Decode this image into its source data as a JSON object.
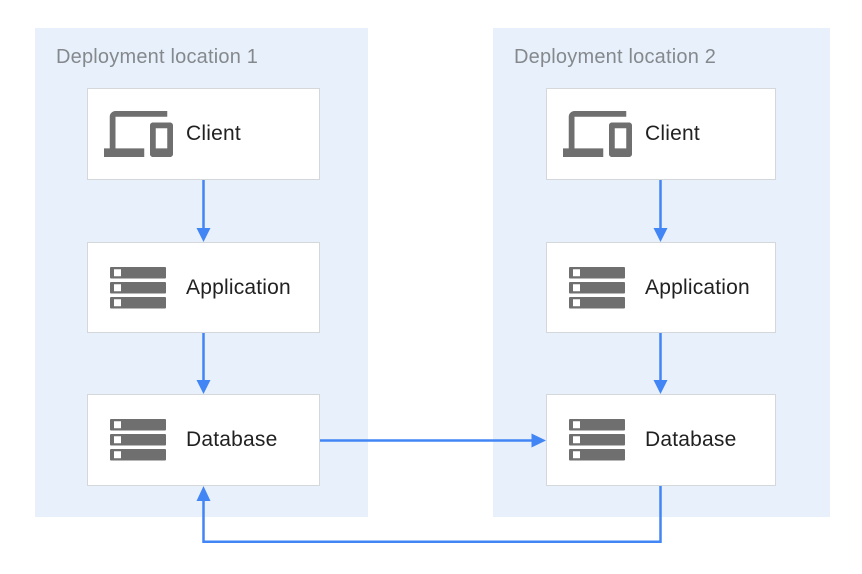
{
  "diagram": {
    "panels": [
      {
        "title": "Deployment location 1",
        "nodes": [
          {
            "id": "client-1",
            "label": "Client",
            "icon": "devices-icon"
          },
          {
            "id": "application-1",
            "label": "Application",
            "icon": "server-stack-icon"
          },
          {
            "id": "database-1",
            "label": "Database",
            "icon": "server-stack-icon"
          }
        ]
      },
      {
        "title": "Deployment location 2",
        "nodes": [
          {
            "id": "client-2",
            "label": "Client",
            "icon": "devices-icon"
          },
          {
            "id": "application-2",
            "label": "Application",
            "icon": "server-stack-icon"
          },
          {
            "id": "database-2",
            "label": "Database",
            "icon": "server-stack-icon"
          }
        ]
      }
    ],
    "edges": [
      {
        "from": "client-1",
        "to": "application-1",
        "style": "arrow-down"
      },
      {
        "from": "application-1",
        "to": "database-1",
        "style": "arrow-down"
      },
      {
        "from": "client-2",
        "to": "application-2",
        "style": "arrow-down"
      },
      {
        "from": "application-2",
        "to": "database-2",
        "style": "arrow-down"
      },
      {
        "from": "database-1",
        "to": "database-2",
        "style": "arrow-right"
      },
      {
        "from": "database-2",
        "to": "database-1",
        "style": "arrow-bottom-loop"
      }
    ],
    "colors": {
      "panel_background": "#E8F1FB",
      "arrow_blue": "#4285F4",
      "icon_gray": "#6F6F6F",
      "box_border": "#D5D8DB",
      "panel_title_text": "#85898D",
      "node_label_text": "#212121"
    }
  }
}
